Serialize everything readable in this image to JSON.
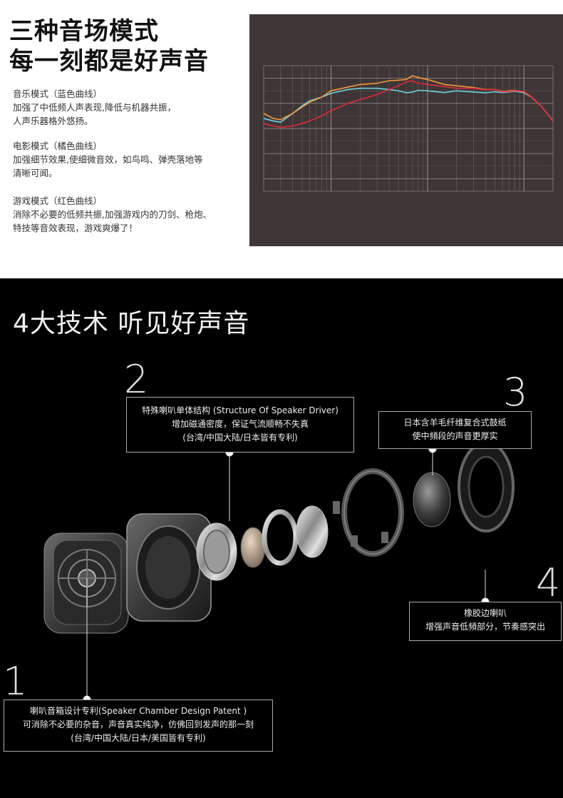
{
  "top": {
    "headline_line1": "三种音场模式",
    "headline_line2": "每一刻都是好声音",
    "modes": [
      {
        "title": "音乐模式（蓝色曲线）",
        "desc1": "加强了中低频人声表现,降低与机器共振，",
        "desc2": "人声乐器格外悠扬。"
      },
      {
        "title": "电影模式（橘色曲线）",
        "desc1": "加强细节效果,使细微音效，如鸟鸣、弹壳落地等",
        "desc2": "清晰可闻。"
      },
      {
        "title": "游戏模式（红色曲线）",
        "desc1": "消除不必要的低频共振,加强游戏内的刀剑、枪炮、",
        "desc2": "特技等音效表现，游戏爽爆了！"
      }
    ]
  },
  "chart_data": {
    "type": "line",
    "x_scale": "log",
    "x": [
      20,
      25,
      30,
      40,
      50,
      60,
      80,
      100,
      150,
      200,
      300,
      400,
      500,
      600,
      700,
      800,
      1000,
      1500,
      2000,
      3000,
      4000,
      5000,
      6000,
      8000,
      10000,
      12000,
      15000,
      20000
    ],
    "series": [
      {
        "color": "#6fd0e0",
        "values": [
          -6,
          -7,
          -7.5,
          -4,
          -1,
          1,
          2.5,
          4,
          5.5,
          6,
          6,
          5.5,
          5,
          4.2,
          4.5,
          5.2,
          5,
          4.3,
          5,
          4.5,
          4.2,
          4.6,
          4.3,
          4.8,
          4.3,
          2.5,
          -1,
          -7
        ]
      },
      {
        "color": "#f59a3a",
        "values": [
          -4,
          -6,
          -6.5,
          -4,
          -1.5,
          0.5,
          2.5,
          5,
          6.5,
          7.5,
          8,
          9,
          9.2,
          9.5,
          11,
          10.3,
          9.5,
          7.5,
          7,
          6.3,
          5.5,
          5.5,
          4.8,
          5.2,
          4.6,
          2.5,
          -1,
          -7
        ]
      },
      {
        "color": "#e0283c",
        "values": [
          -8,
          -9,
          -9.5,
          -9,
          -8,
          -7,
          -5,
          -3,
          0,
          1.5,
          3.5,
          5.5,
          7,
          8.5,
          9,
          8,
          7.5,
          6.7,
          6,
          6,
          5.4,
          5.5,
          4.6,
          5,
          4.8,
          2.6,
          -1,
          -7
        ]
      }
    ],
    "ylim": [
      -35,
      15
    ]
  },
  "bottom": {
    "title": "4大技术 听见好声音",
    "numbers": {
      "n1": "1",
      "n2": "2",
      "n3": "3",
      "n4": "4"
    },
    "callout1": {
      "line1": "喇叭音箱设计专利(Speaker Chamber Design Patent )",
      "line2": "可消除不必要的杂音，声音真实纯净，仿佛回到发声的那一刻",
      "line3": "(台湾/中国大陆/日本/美国皆有专利)"
    },
    "callout2": {
      "line1": "特殊喇叭单体结构 (Structure Of Speaker Driver)",
      "line2": "增加磁通密度，保证气流顺畅不失真",
      "line3": "(台湾/中国大陆/日本皆有专利)"
    },
    "callout3": {
      "line1": "日本含羊毛纤维复合式鼓纸",
      "line2": "使中頻段的声音更厚实"
    },
    "callout4": {
      "line1": "橡胶边喇叭",
      "line2": "增强声音低頻部分，节奏感突出"
    }
  }
}
